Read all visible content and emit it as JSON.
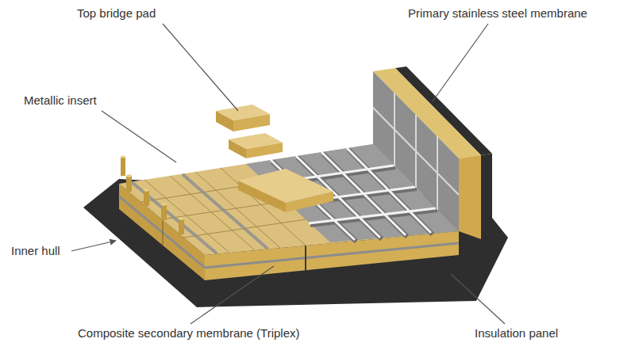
{
  "diagram": {
    "labels": [
      "Top bridge pad",
      "Primary stainless steel membrane",
      "Metallic insert",
      "Inner hull",
      "Composite secondary membrane (Triplex)",
      "Insulation panel"
    ]
  }
}
